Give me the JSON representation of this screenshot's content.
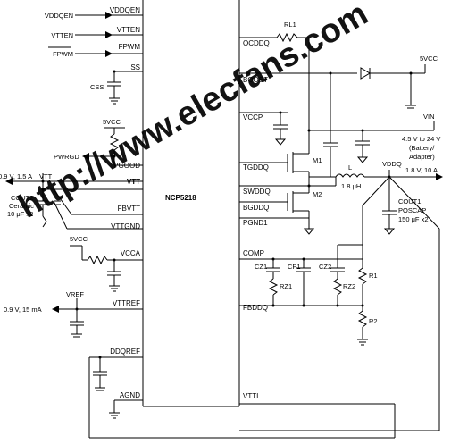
{
  "chip": {
    "name": "NCP5218",
    "left_pins": [
      "VDDQEN",
      "VTTEN",
      "FPWM",
      "SS",
      "PGOOD",
      "VTT",
      "FBVTT",
      "VTTGND",
      "VCCA",
      "VTTREF",
      "DDQREF",
      "AGND"
    ],
    "right_pins": [
      "OCDDQ",
      "BOOST",
      "VCCP",
      "TGDDQ",
      "SWDDQ",
      "BGDDQ",
      "PGND1",
      "COMP",
      "FBDDQ",
      "VTTI"
    ]
  },
  "inputs": {
    "vddqen": "VDDQEN",
    "vtten": "VTTEN",
    "fpwm": "FPWM"
  },
  "labels": {
    "css": "CSS",
    "fivevcc_a": "5VCC",
    "pwrgd": "PWRGD",
    "vtt_out": "0.9 V, 1.5 A",
    "vtt_tag": "VTT",
    "cout2_name": "COUT2",
    "cout2_type": "Ceramic",
    "cout2_val": "10 μF x2",
    "fivevcc_b": "5VCC",
    "vref_tag": "VREF",
    "vref_out": "0.9 V, 15 mA",
    "rl1": "RL1",
    "fivevcc_top": "5VCC",
    "vin": "VIN",
    "vin_range": "4.5 V to 24 V",
    "vin_batt": "(Battery/",
    "vin_adapter": "Adapter)",
    "m1": "M1",
    "m2": "M2",
    "inductor": "L",
    "inductor_val": "1.8 μH",
    "vddq_tag": "VDDQ",
    "vddq_out": "1.8 V, 10 A",
    "cout1_name": "COUT1",
    "cout1_type": "POSCAP",
    "cout1_val": "150 μF x2",
    "cz1": "CZ1",
    "cp1": "CP1",
    "cz2": "CZ2",
    "rz1": "RZ1",
    "rz2": "RZ2",
    "r1": "R1",
    "r2": "R2"
  },
  "watermark": "http://www.elecfans.com",
  "colors": {
    "wire": "#000000",
    "watermark": "#e01818",
    "background": "#ffffff"
  }
}
